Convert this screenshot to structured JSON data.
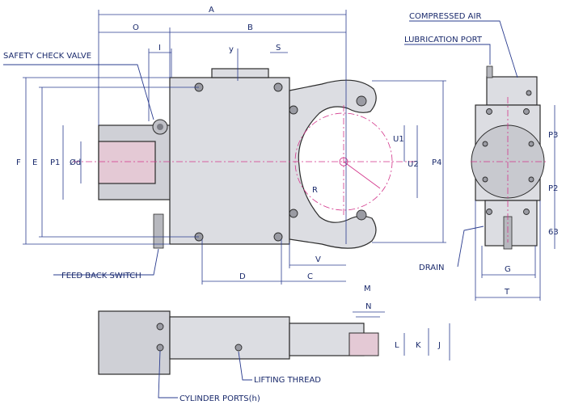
{
  "callouts": {
    "safety_check_valve": "SAFETY CHECK VALVE",
    "feed_back_switch": "FEED BACK SWITCH",
    "compressed_air": "COMPRESSED AIR",
    "lubrication_port": "LUBRICATION PORT",
    "drain": "DRAIN",
    "lifting_thread": "LIFTING THREAD",
    "cylinder_ports": "CYLINDER PORTS(h)"
  },
  "dimensions": {
    "A": "A",
    "B": "B",
    "O": "O",
    "I": "I",
    "y": "y",
    "S": "S",
    "F": "F",
    "E": "E",
    "P1": "P1",
    "d": "Ød",
    "U1": "U1",
    "U2": "U2",
    "P4": "P4",
    "R": "R",
    "D": "D",
    "C": "C",
    "V": "V",
    "P3": "P3",
    "P2": "P2",
    "63": "63",
    "G": "G",
    "T": "T",
    "M": "M",
    "N": "N",
    "L": "L",
    "K": "K",
    "J": "J"
  },
  "colors": {
    "dimension": "#2a3c8f",
    "centerline": "#d3358a",
    "body": "#dcdde2",
    "outline": "#2b2b2b"
  }
}
